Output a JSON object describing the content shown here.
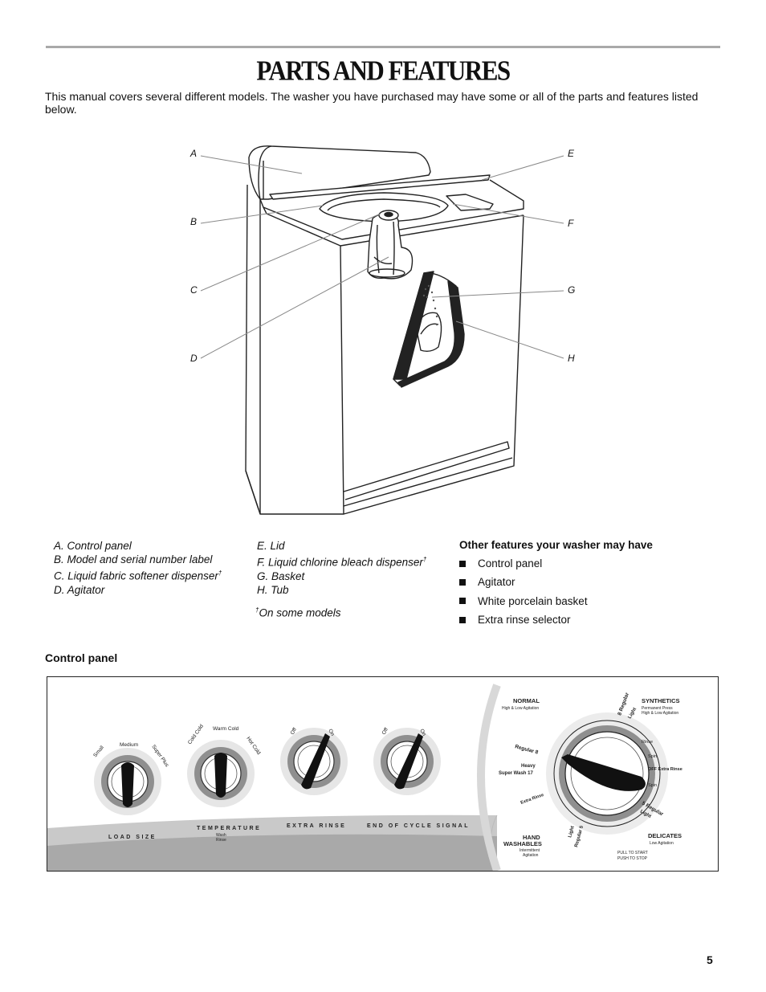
{
  "page": {
    "title": "PARTS AND FEATURES",
    "intro": "This manual covers several different models. The washer you have purchased may have some or all of the parts and features listed below.",
    "number": "5"
  },
  "diagram": {
    "callouts": [
      "A",
      "B",
      "C",
      "D",
      "E",
      "F",
      "G",
      "H"
    ]
  },
  "parts": {
    "left": [
      "A. Control panel",
      "B. Model and serial number label",
      "C. Liquid fabric softener dispenser",
      "D. Agitator"
    ],
    "right": [
      "E. Lid",
      "F. Liquid chlorine bleach dispenser",
      "G. Basket",
      "H. Tub"
    ],
    "dagger": "†",
    "footnote": "On some models"
  },
  "other_features": {
    "title": "Other features your washer may have",
    "items": [
      "Control panel",
      "Agitator",
      "White porcelain basket",
      "Extra rinse selector"
    ]
  },
  "control_panel": {
    "title": "Control panel",
    "knob_labels": {
      "load": [
        "Small",
        "Medium",
        "Super Plus"
      ],
      "temp": [
        "Cold Cold",
        "Warm Cold",
        "Hot Cold"
      ],
      "rinse": [
        "Off",
        "On"
      ],
      "signal": [
        "Off",
        "On"
      ]
    },
    "strip_labels": [
      "LOAD SIZE",
      "TEMPERATURE",
      "EXTRA RINSE",
      "END OF CYCLE SIGNAL"
    ],
    "temp_sub": [
      "Wash",
      "Rinse"
    ],
    "cycles": {
      "normal": "NORMAL",
      "normal_sub": "High & Low Agitation",
      "synthetics": "SYNTHETICS",
      "synthetics_sub1": "Permanent Press",
      "synthetics_sub2": "High & Low Agitation",
      "hand": "HAND",
      "washables": "WASHABLES",
      "hand_sub1": "Intermittent",
      "hand_sub2": "Agitation",
      "delicates": "DELICATES",
      "delicates_sub": "Low Agitation",
      "regular8": "Regular 8",
      "heavy": "Heavy",
      "superwash": "Super Wash 17",
      "extra_rinse_left": "Extra Rinse",
      "regular8_right": "8 Regular",
      "light_right": "Light",
      "rinse": "Rinse",
      "spin": "Spin",
      "off_extra_rinse": "OFF Extra Rinse",
      "regular5_right": "5 Regular",
      "light_right2": "Light",
      "light_left": "Light",
      "regular5_left": "Regular 5",
      "pull": "PULL TO START",
      "push": "PUSH TO STOP"
    }
  }
}
